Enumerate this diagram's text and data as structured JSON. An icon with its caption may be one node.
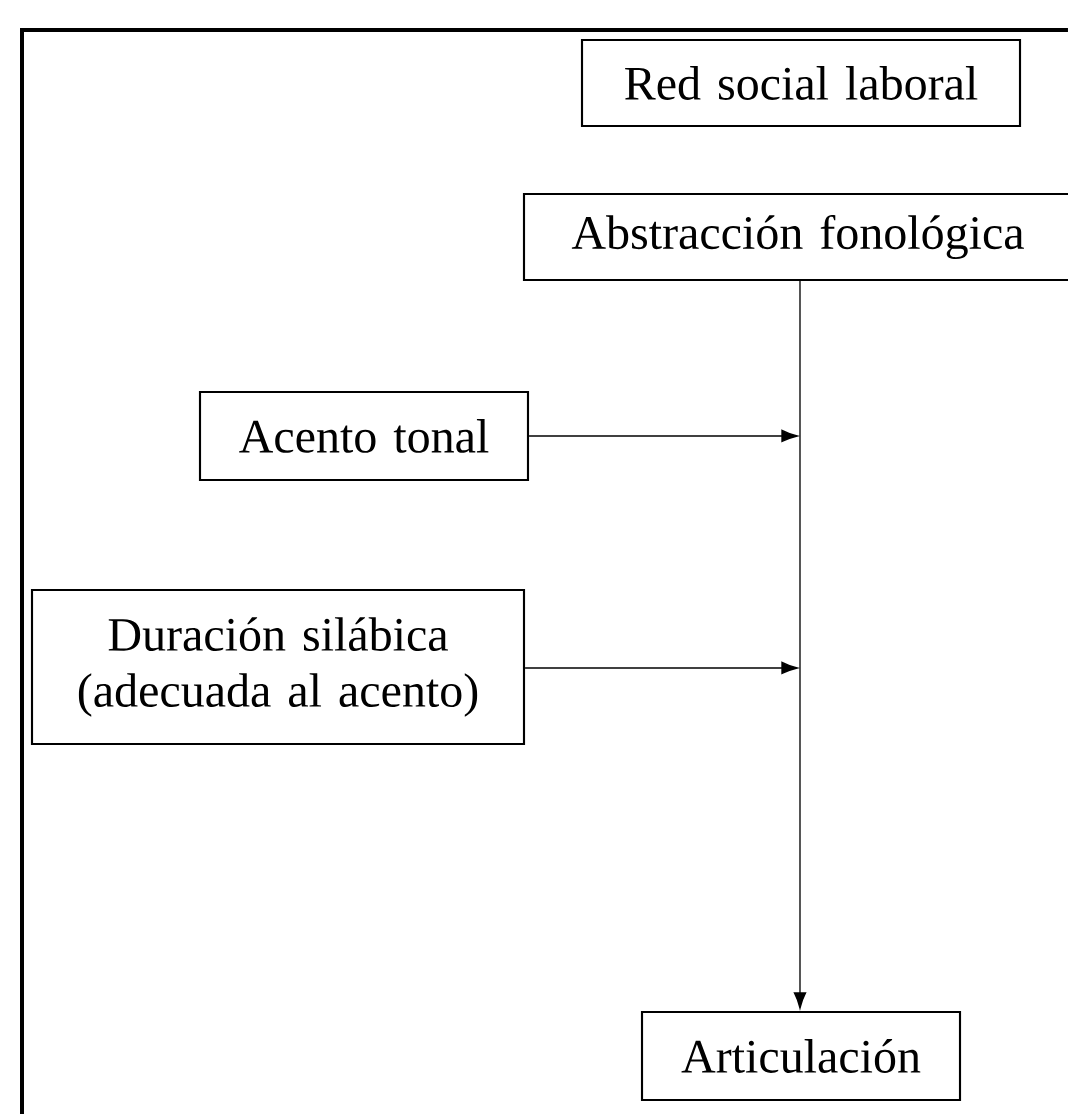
{
  "diagram": {
    "nodes": [
      {
        "text": [
          "Red social laboral"
        ]
      },
      {
        "text": [
          "Abstracción fonológica"
        ]
      },
      {
        "text": [
          "Acento tonal"
        ]
      },
      {
        "text": [
          "Duración silábica (adecuada al acento)"
        ]
      },
      {
        "text": [
          "Articulación"
        ]
      }
    ],
    "edges": [
      {
        "from": 1,
        "to": 4,
        "arrow": "to"
      },
      {
        "from": 2,
        "to": null,
        "arrow": "to"
      },
      {
        "from": 3,
        "to": null,
        "arrow": "to"
      }
    ]
  }
}
